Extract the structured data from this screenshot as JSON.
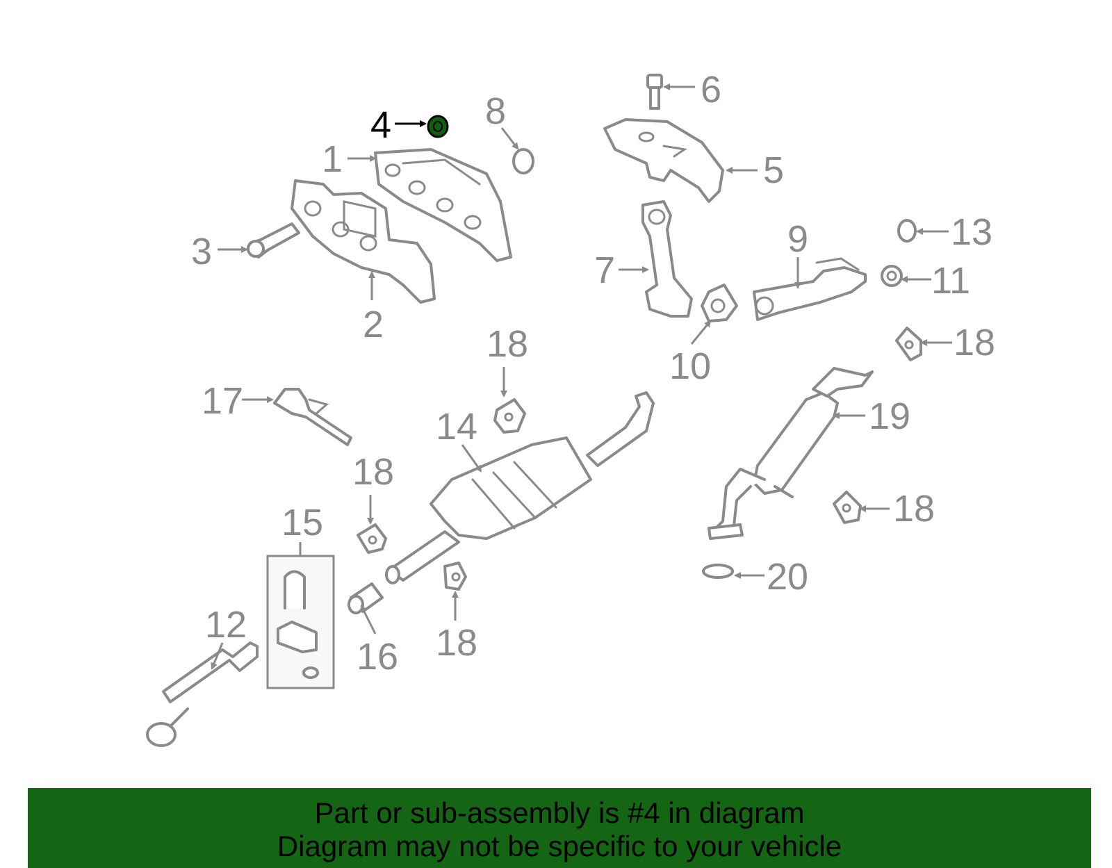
{
  "diagram": {
    "highlight_color": "#0f5f0f",
    "callouts": [
      {
        "id": "1",
        "label": "1"
      },
      {
        "id": "2",
        "label": "2"
      },
      {
        "id": "3",
        "label": "3"
      },
      {
        "id": "4",
        "label": "4",
        "highlighted": true
      },
      {
        "id": "5",
        "label": "5"
      },
      {
        "id": "6",
        "label": "6"
      },
      {
        "id": "7",
        "label": "7"
      },
      {
        "id": "8",
        "label": "8"
      },
      {
        "id": "9",
        "label": "9"
      },
      {
        "id": "10",
        "label": "10"
      },
      {
        "id": "11",
        "label": "11"
      },
      {
        "id": "12",
        "label": "12"
      },
      {
        "id": "13",
        "label": "13"
      },
      {
        "id": "14",
        "label": "14"
      },
      {
        "id": "15",
        "label": "15"
      },
      {
        "id": "16",
        "label": "16"
      },
      {
        "id": "17",
        "label": "17"
      },
      {
        "id": "18a",
        "label": "18"
      },
      {
        "id": "18b",
        "label": "18"
      },
      {
        "id": "18c",
        "label": "18"
      },
      {
        "id": "18d",
        "label": "18"
      },
      {
        "id": "18e",
        "label": "18"
      },
      {
        "id": "19",
        "label": "19"
      },
      {
        "id": "20",
        "label": "20"
      }
    ]
  },
  "banner": {
    "background": "#146614",
    "line1": "Part or sub-assembly is #4 in diagram",
    "line2": "Diagram may not be specific to your vehicle"
  }
}
